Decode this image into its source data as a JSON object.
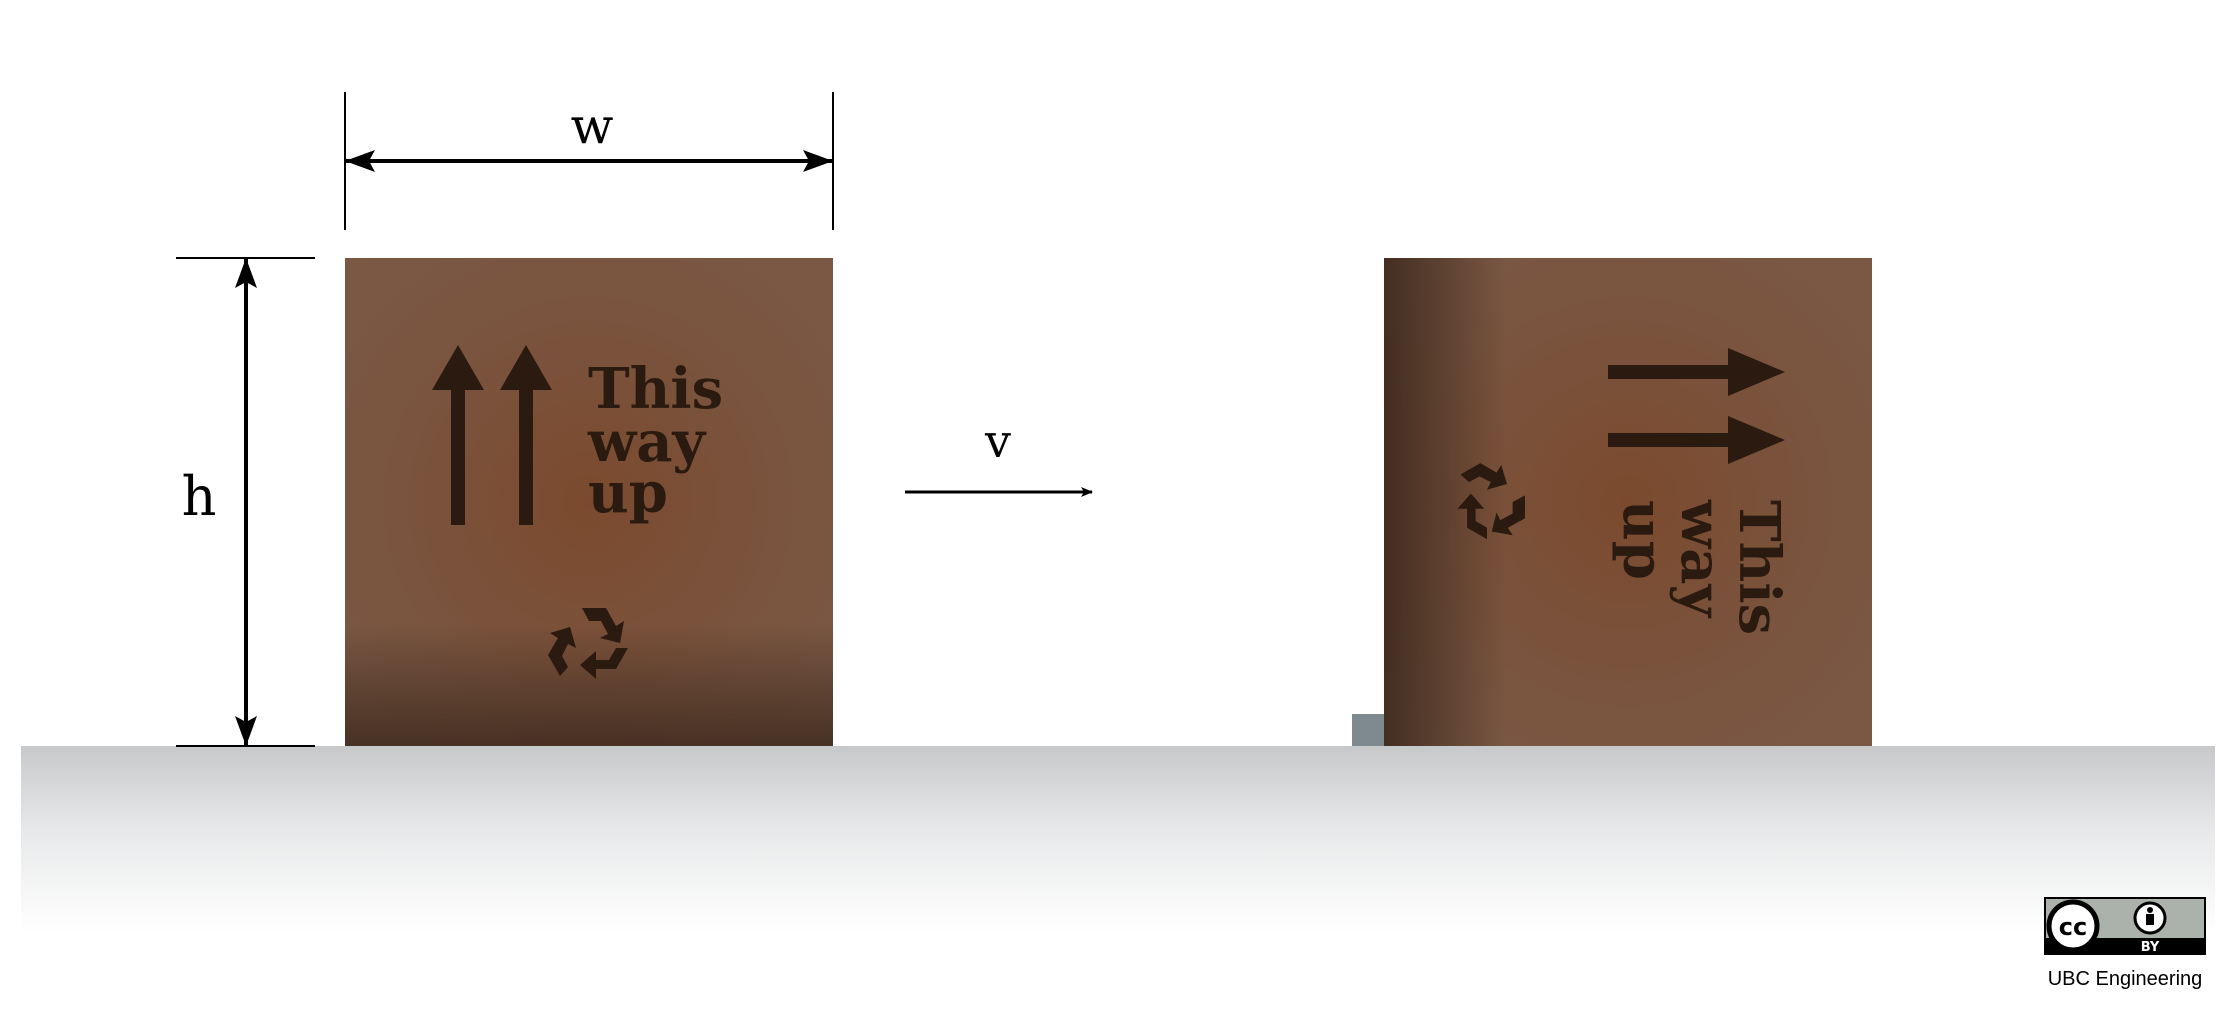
{
  "diagram": {
    "labels": {
      "width": "w",
      "height": "h",
      "velocity": "v"
    },
    "box_left": {
      "stencil_lines": [
        "This",
        "way",
        "up"
      ],
      "orientation": "upright"
    },
    "box_right": {
      "stencil_lines": [
        "This",
        "way",
        "up"
      ],
      "orientation": "tipped on its side"
    },
    "colors": {
      "box": "#7a5540",
      "box_center": "#7b4a2e",
      "stencil": "#2a1a10",
      "floor_top": "#c9cbcd",
      "stopper": "#7e8a90"
    }
  },
  "license": {
    "cc": "cc",
    "by": "BY",
    "credit": "UBC Engineering"
  }
}
